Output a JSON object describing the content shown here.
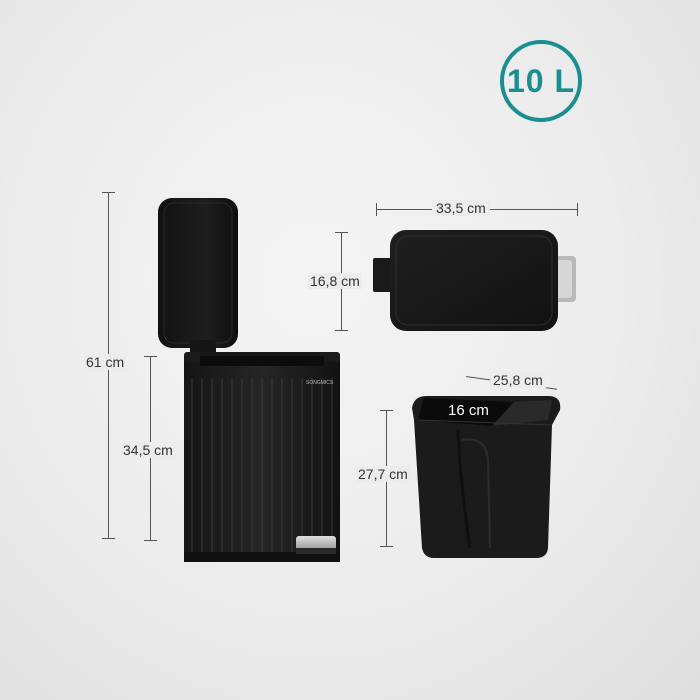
{
  "capacity": "10 L",
  "brand": "SONGMICS",
  "dimensions": {
    "total_height": "61 cm",
    "body_height": "34,5 cm",
    "lid_width": "33,5 cm",
    "lid_depth": "16,8 cm",
    "bucket_width": "25,8 cm",
    "bucket_depth": "16 cm",
    "bucket_height": "27,7 cm"
  },
  "colors": {
    "accent": "#1a8f92",
    "product": "#1c1c1c",
    "background": "#ececec"
  }
}
